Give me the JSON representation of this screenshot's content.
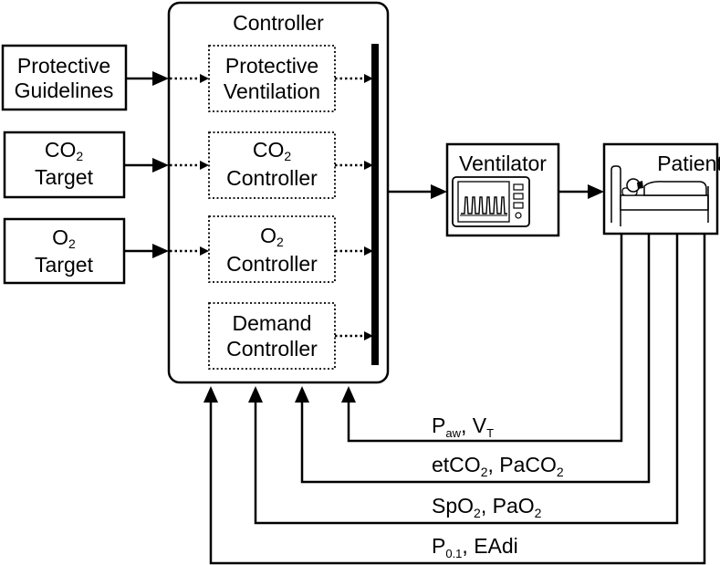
{
  "inputs": {
    "protective": {
      "line1": "Protective",
      "line2": "Guidelines"
    },
    "co2_target": {
      "line1_main": "CO",
      "line1_sub": "2",
      "line2": "Target"
    },
    "o2_target": {
      "line1_main": "O",
      "line1_sub": "2",
      "line2": "Target"
    }
  },
  "controller": {
    "title": "Controller",
    "modules": {
      "protective_ventilation": {
        "line1": "Protective",
        "line2": "Ventilation"
      },
      "co2_controller": {
        "line1_main": "CO",
        "line1_sub": "2",
        "line2": "Controller"
      },
      "o2_controller": {
        "line1_main": "O",
        "line1_sub": "2",
        "line2": "Controller"
      },
      "demand_controller": {
        "line1": "Demand",
        "line2": "Controller"
      }
    }
  },
  "ventilator": {
    "label": "Ventilator"
  },
  "patient": {
    "label": "Patient"
  },
  "feedback": {
    "f1": {
      "a_main": "P",
      "a_sub": "aw",
      "sep": ", ",
      "b_main": "V",
      "b_sub": "T"
    },
    "f2": {
      "a_main": "etCO",
      "a_sub": "2",
      "sep": ", ",
      "b_main": "PaCO",
      "b_sub": "2"
    },
    "f3": {
      "a_main": "SpO",
      "a_sub": "2",
      "sep": ", ",
      "b_main": "PaO",
      "b_sub": "2"
    },
    "f4": {
      "a_main": "P",
      "a_sub": "0.1",
      "sep": ", EAdi"
    }
  }
}
